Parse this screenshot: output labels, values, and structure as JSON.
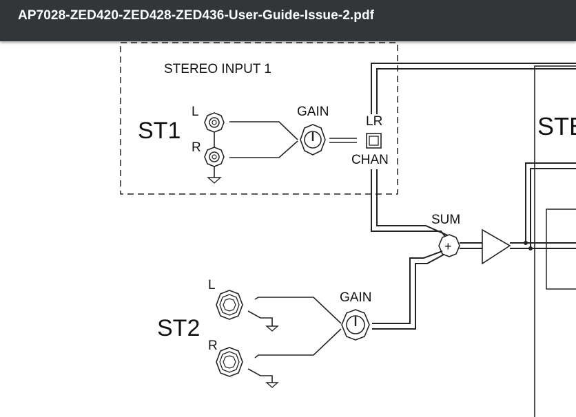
{
  "viewer": {
    "title": "AP7028-ZED420-ZED428-ZED436-User-Guide-Issue-2.pdf"
  },
  "diagram": {
    "stereo_input_box_label": "STEREO INPUT 1",
    "st1_label": "ST1",
    "st1_left_label": "L",
    "st1_right_label": "R",
    "st1_gain_label": "GAIN",
    "lr_label": "LR",
    "chan_label": "CHAN",
    "sum_label": "SUM",
    "st2_label": "ST2",
    "st2_left_label": "L",
    "st2_right_label": "R",
    "st2_gain_label": "GAIN",
    "stereo_block_label_partial": "STE"
  }
}
